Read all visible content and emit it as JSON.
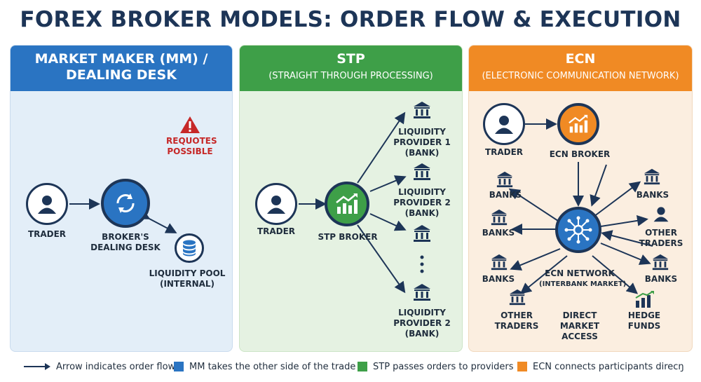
{
  "title": "FOREX BROKER MODELS: ORDER FLOW & EXECUTION",
  "colors": {
    "mm": "#2a74c2",
    "stp": "#3e9f48",
    "ecn": "#f08a24",
    "navy": "#1d3557",
    "warning": "#c62828"
  },
  "mm": {
    "title_line1": "MARKET MAKER (MM) /",
    "title_line2": "DEALING DESK",
    "warning_line1": "REQUOTES",
    "warning_line2": "POSSIBLE",
    "trader": "TRADER",
    "desk_line1": "BROKER'S",
    "desk_line2": "DEALING DESK",
    "pool_line1": "LIQUIDITY POOL",
    "pool_line2": "(INTERNAL)"
  },
  "stp": {
    "title": "STP",
    "subtitle": "(STRAIGHT THROUGH PROCESSING)",
    "trader": "TRADER",
    "broker": "STP BROKER",
    "lp1": [
      "LIQUIDITY",
      "PROVIDER 1",
      "(BANK)"
    ],
    "lp2": [
      "LIQUIDITY",
      "PROVIDER 2",
      "(BANK)"
    ],
    "lp3": [
      "LIQUIDITY",
      "PROVIDER 2",
      "(BANK)"
    ]
  },
  "ecn": {
    "title": "ECN",
    "subtitle": "(ELECTRONIC COMMUNICATION NETWORK)",
    "trader": "TRADER",
    "broker": "ECN BROKER",
    "banks_tl": "BANKS",
    "banks_tr": "BANKS",
    "banks_ml": "BANKS",
    "other_traders_r_line1": "OTHER",
    "other_traders_r_line2": "TRADERS",
    "banks_bl": "BANKS",
    "banks_br": "BANKS",
    "network_line1": "ECN NETWORK",
    "network_line2": "(INTERBANK MARKET)",
    "other_traders_b_line1": "OTHER",
    "other_traders_b_line2": "TRADERS",
    "dma_line1": "DIRECT",
    "dma_line2": "MARKET",
    "dma_line3": "ACCESS",
    "hedge_line1": "HEDGE",
    "hedge_line2": "FUNDS"
  },
  "legend": {
    "arrow": "Arrow indicates order flow",
    "mm": "MM takes the other side of the trade",
    "stp": "STP passes orders to providers",
    "ecn": "ECN connects participants direcŋ"
  },
  "icons": [
    "person-icon",
    "refresh-icon",
    "database-icon",
    "warning-icon",
    "bank-icon",
    "growth-chart-icon",
    "network-hub-icon",
    "bar-chart-icon"
  ]
}
